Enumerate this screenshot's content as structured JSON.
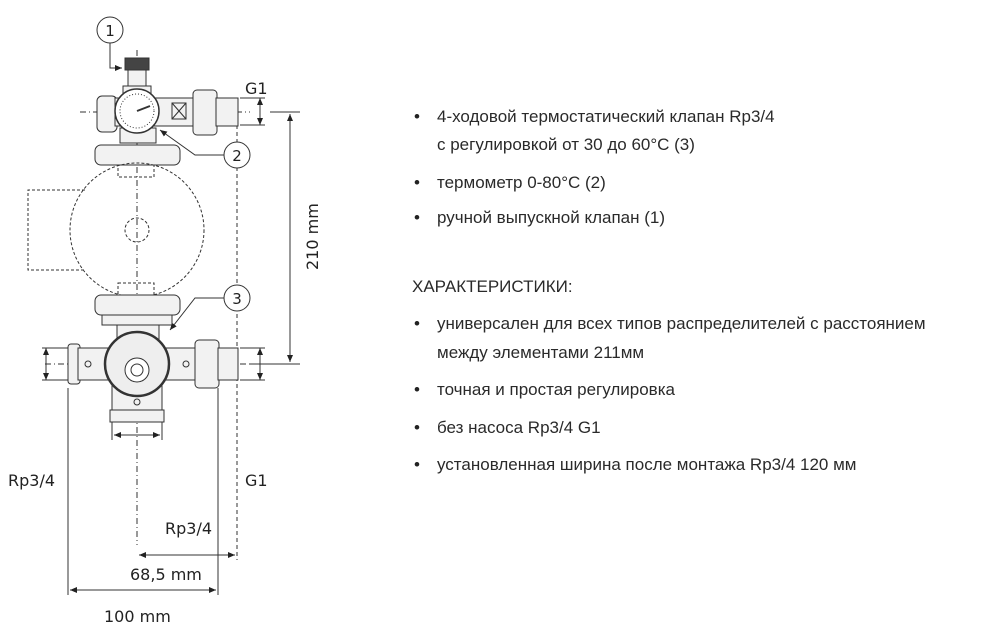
{
  "drawing": {
    "callouts": [
      "1",
      "2",
      "3"
    ],
    "labels": {
      "top_right_thread": "G1",
      "bottom_right_thread": "G1",
      "left_thread": "Rp3/4",
      "bottom_thread": "Rp3/4",
      "height_dim": "210 mm",
      "offset_dim": "68,5 mm",
      "width_dim": "100 mm"
    }
  },
  "features": [
    {
      "lines": [
        "4-ходовой термостатический клапан Rp3/4",
        "с регулировкой от 30 до 60°C (3)"
      ]
    },
    {
      "lines": [
        "термометр 0-80°C (2)"
      ]
    },
    {
      "lines": [
        "ручной выпускной клапан (1)"
      ]
    }
  ],
  "characteristics": {
    "heading": "ХАРАКТЕРИСТИКИ:",
    "items": [
      {
        "lines": [
          "универсален для всех типов распределителей с расстоянием",
          "между элементами 211мм"
        ]
      },
      {
        "lines": [
          "точная и простая регулировка"
        ]
      },
      {
        "lines": [
          "без насоса Rp3/4 G1"
        ]
      },
      {
        "lines": [
          "установленная ширина после монтажа Rp3/4  120 мм"
        ]
      }
    ]
  }
}
